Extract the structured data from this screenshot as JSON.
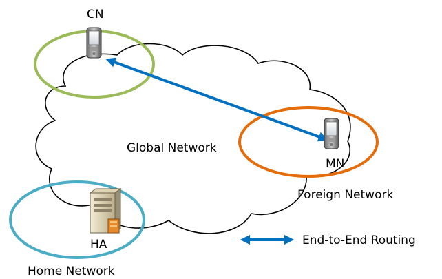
{
  "nodes": {
    "cn": "CN",
    "mn": "MN",
    "ha": "HA"
  },
  "networks": {
    "global": "Global Network",
    "foreign": "Foreign Network",
    "home": "Home Network"
  },
  "legend": {
    "label": "End-to-End Routing"
  },
  "colors": {
    "cn_network_ring": "#9bbb59",
    "foreign_network_ring": "#e46c0a",
    "home_network_ring": "#4bacc6",
    "routing_arrow": "#0070c0"
  },
  "icons": {
    "cn": "mobile-phone-icon",
    "mn": "mobile-phone-icon",
    "ha": "server-icon"
  }
}
